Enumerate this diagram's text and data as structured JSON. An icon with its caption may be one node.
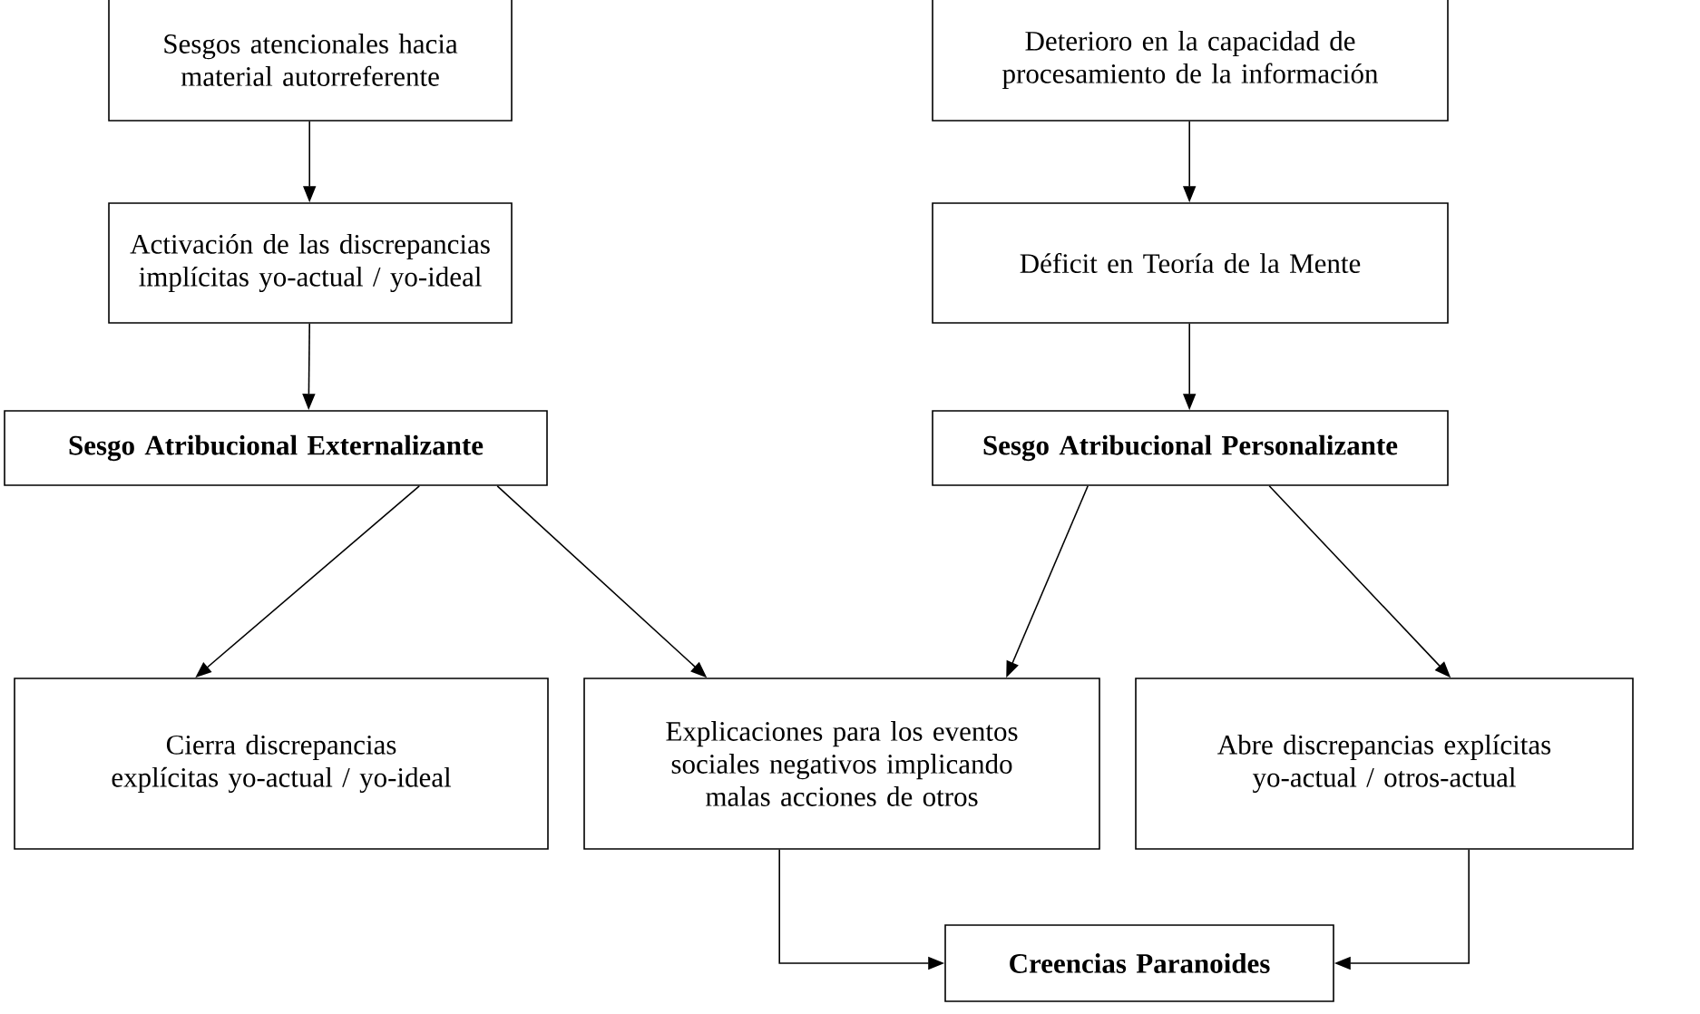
{
  "diagram": {
    "nodes": [
      {
        "text": [
          "Sesgos atencionales hacia material autorreferente"
        ]
      },
      {
        "text": [
          "Deterioro en la capacidad de procesamiento de la información"
        ]
      },
      {
        "text": [
          "Activación de las discrepancias implícitas yo-actual / yo-ideal"
        ]
      },
      {
        "text": [
          "Déficit en Teoría de la Mente"
        ]
      },
      {
        "text": [
          "Sesgo Atribucional Externalizante"
        ]
      },
      {
        "text": [
          "Sesgo Atribucional Personalizante"
        ]
      },
      {
        "text": [
          "Cierra discrepancias explícitas yo-actual / yo-ideal"
        ]
      },
      {
        "text": [
          "Explicaciones para los eventos sociales negativos implicando malas acciones de otros"
        ]
      },
      {
        "text": [
          "Abre discrepancias explícitas yo-actual / otros-actual"
        ]
      },
      {
        "text": [
          "Creencias Paranoides"
        ]
      }
    ],
    "edges": [
      {
        "from": 0,
        "to": 2,
        "arrow": "to"
      },
      {
        "from": 2,
        "to": 4,
        "arrow": "to"
      },
      {
        "from": 1,
        "to": 3,
        "arrow": "to"
      },
      {
        "from": 3,
        "to": 5,
        "arrow": "to"
      },
      {
        "from": 4,
        "to": 6,
        "arrow": "to"
      },
      {
        "from": 4,
        "to": 7,
        "arrow": "to"
      },
      {
        "from": 5,
        "to": 7,
        "arrow": "to"
      },
      {
        "from": 5,
        "to": 8,
        "arrow": "to"
      },
      {
        "from": 7,
        "to": 9,
        "arrow": "to"
      },
      {
        "from": 8,
        "to": 9,
        "arrow": "to"
      }
    ]
  }
}
